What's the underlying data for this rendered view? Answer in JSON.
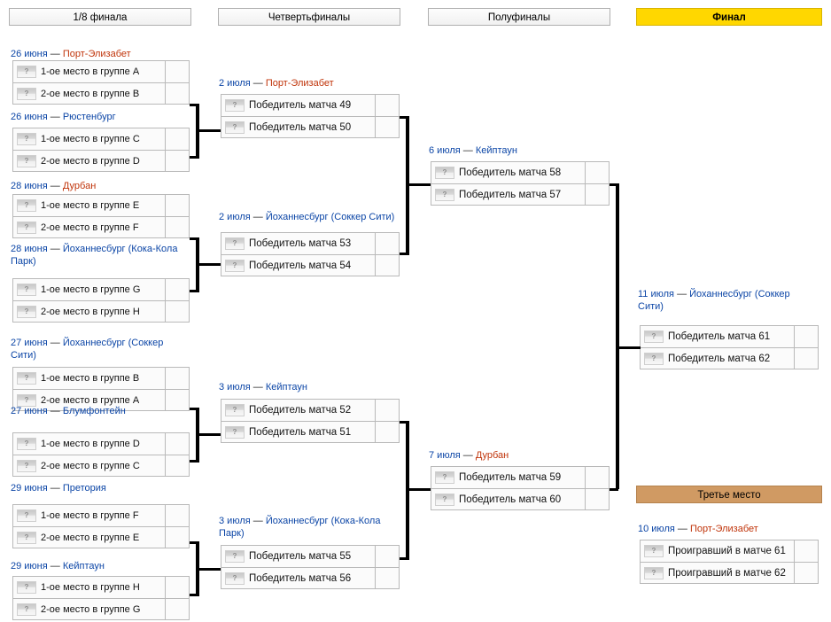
{
  "headers": [
    {
      "label": "1/8 финала",
      "style": "plain"
    },
    {
      "label": "Четвертьфиналы",
      "style": "plain"
    },
    {
      "label": "Полуфиналы",
      "style": "plain"
    },
    {
      "label": "Финал",
      "style": "gold"
    }
  ],
  "third_place_header": {
    "label": "Третье место",
    "style": "bronze"
  },
  "flag_placeholder": "?",
  "colors": {
    "date": "#0b45a6",
    "venue_blue": "#0b45a6",
    "venue_red": "#c0340a",
    "final_gold": "#ffd700",
    "third_bronze": "#d09a63",
    "connector": "#000000",
    "box_border": "#b9b9b9"
  },
  "round16": [
    {
      "date": "26 июня",
      "venue": "Порт-Элизабет",
      "venue_red": true,
      "teams": [
        "1-ое место в  группе A",
        "2-ое место в  группе B"
      ]
    },
    {
      "date": "26 июня",
      "venue": "Рюстенбург",
      "venue_red": false,
      "teams": [
        "1-ое место в  группе C",
        "2-ое место в  группе D"
      ]
    },
    {
      "date": "28 июня",
      "venue": "Дурбан",
      "venue_red": true,
      "teams": [
        "1-ое место в  группе E",
        "2-ое место в  группе F"
      ]
    },
    {
      "date": "28 июня",
      "venue": "Йоханнесбург (Кока-Кола Парк)",
      "venue_red": false,
      "teams": [
        "1-ое место в  группе G",
        "2-ое место в  группе H"
      ]
    },
    {
      "date": "27 июня",
      "venue": "Йоханнесбург (Соккер Сити)",
      "venue_red": false,
      "teams": [
        "1-ое место в  группе B",
        "2-ое место в  группе A"
      ]
    },
    {
      "date": "27 июня",
      "venue": "Блумфонтейн",
      "venue_red": false,
      "teams": [
        "1-ое место в  группе D",
        "2-ое место в  группе C"
      ]
    },
    {
      "date": "29 июня",
      "venue": "Претория",
      "venue_red": false,
      "teams": [
        "1-ое место в  группе F",
        "2-ое место в  группе E"
      ]
    },
    {
      "date": "29 июня",
      "venue": "Кейптаун",
      "venue_red": false,
      "teams": [
        "1-ое место в  группе H",
        "2-ое место в  группе G"
      ]
    }
  ],
  "quarterfinals": [
    {
      "date": "2 июля",
      "venue": "Порт-Элизабет",
      "venue_red": true,
      "teams": [
        "Победитель матча 49",
        "Победитель матча 50"
      ]
    },
    {
      "date": "2 июля",
      "venue": "Йоханнесбург (Соккер Сити)",
      "venue_red": false,
      "teams": [
        "Победитель матча 53",
        "Победитель матча 54"
      ]
    },
    {
      "date": "3 июля",
      "venue": "Кейптаун",
      "venue_red": false,
      "teams": [
        "Победитель матча 52",
        "Победитель матча 51"
      ]
    },
    {
      "date": "3 июля",
      "venue": "Йоханнесбург (Кока-Кола Парк)",
      "venue_red": false,
      "teams": [
        "Победитель матча 55",
        "Победитель матча 56"
      ]
    }
  ],
  "semifinals": [
    {
      "date": "6 июля",
      "venue": "Кейптаун",
      "venue_red": false,
      "teams": [
        "Победитель матча 58",
        "Победитель матча 57"
      ]
    },
    {
      "date": "7 июля",
      "venue": "Дурбан",
      "venue_red": true,
      "teams": [
        "Победитель матча 59",
        "Победитель матча 60"
      ]
    }
  ],
  "final": {
    "date": "11 июля",
    "venue": "Йоханнесбург (Соккер Сити)",
    "venue_red": false,
    "teams": [
      "Победитель матча 61",
      "Победитель матча 62"
    ]
  },
  "third_place": {
    "date": "10 июля",
    "venue": "Порт-Элизабет",
    "venue_red": true,
    "teams": [
      "Проигравший в матче 61",
      "Проигравший в матче 62"
    ]
  }
}
